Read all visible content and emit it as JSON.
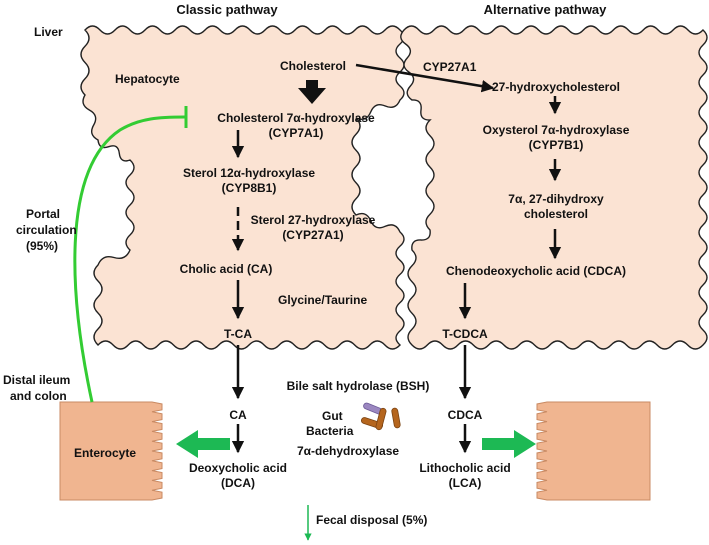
{
  "headings": {
    "classic": "Classic pathway",
    "alternative": "Alternative pathway"
  },
  "labels": {
    "liver": "Liver",
    "hepatocyte": "Hepatocyte",
    "portal_1": "Portal",
    "portal_2": "circulation",
    "portal_3": "(95%)",
    "distal_1": "Distal ileum",
    "distal_2": "and colon",
    "enterocyte": "Enterocyte",
    "glycine": "Glycine/Taurine",
    "bsh": "Bile salt hydrolase (BSH)",
    "gut": "Gut",
    "bacteria": "Bacteria",
    "dehydroxylase": "7α-dehydroxylase",
    "fecal": "Fecal disposal (5%)"
  },
  "classic_pathway": {
    "cholesterol": "Cholesterol",
    "cyp7a1_1": "Cholesterol 7α-hydroxylase",
    "cyp7a1_2": "(CYP7A1)",
    "cyp8b1_1": "Sterol 12α-hydroxylase",
    "cyp8b1_2": "(CYP8B1)",
    "cyp27_1": "Sterol 27-hydroxylase",
    "cyp27_2": "(CYP27A1)",
    "cholic": "Cholic acid (CA)",
    "tca": "T-CA",
    "ca": "CA",
    "dca_1": "Deoxycholic acid",
    "dca_2": "(DCA)"
  },
  "alternative_pathway": {
    "cyp27a1": "CYP27A1",
    "hydroxychol": "27-hydroxycholesterol",
    "cyp7b1_1": "Oxysterol 7α-hydroxylase",
    "cyp7b1_2": "(CYP7B1)",
    "dihydroxy_1": "7α, 27-dihydroxy",
    "dihydroxy_2": "cholesterol",
    "cdca_full": "Chenodeoxycholic acid (CDCA)",
    "tcdca": "T-CDCA",
    "cdca": "CDCA",
    "lca_1": "Lithocholic acid",
    "lca_2": "(LCA)"
  },
  "colors": {
    "cell_fill": "#fbe3d3",
    "cell_stroke": "#222222",
    "enterocyte_fill": "#f0b590",
    "feedback_green": "#33cc33",
    "arrow_green": "#1db954",
    "bacteria_purple": "#9b87c0",
    "bacteria_brown": "#b5651d"
  }
}
